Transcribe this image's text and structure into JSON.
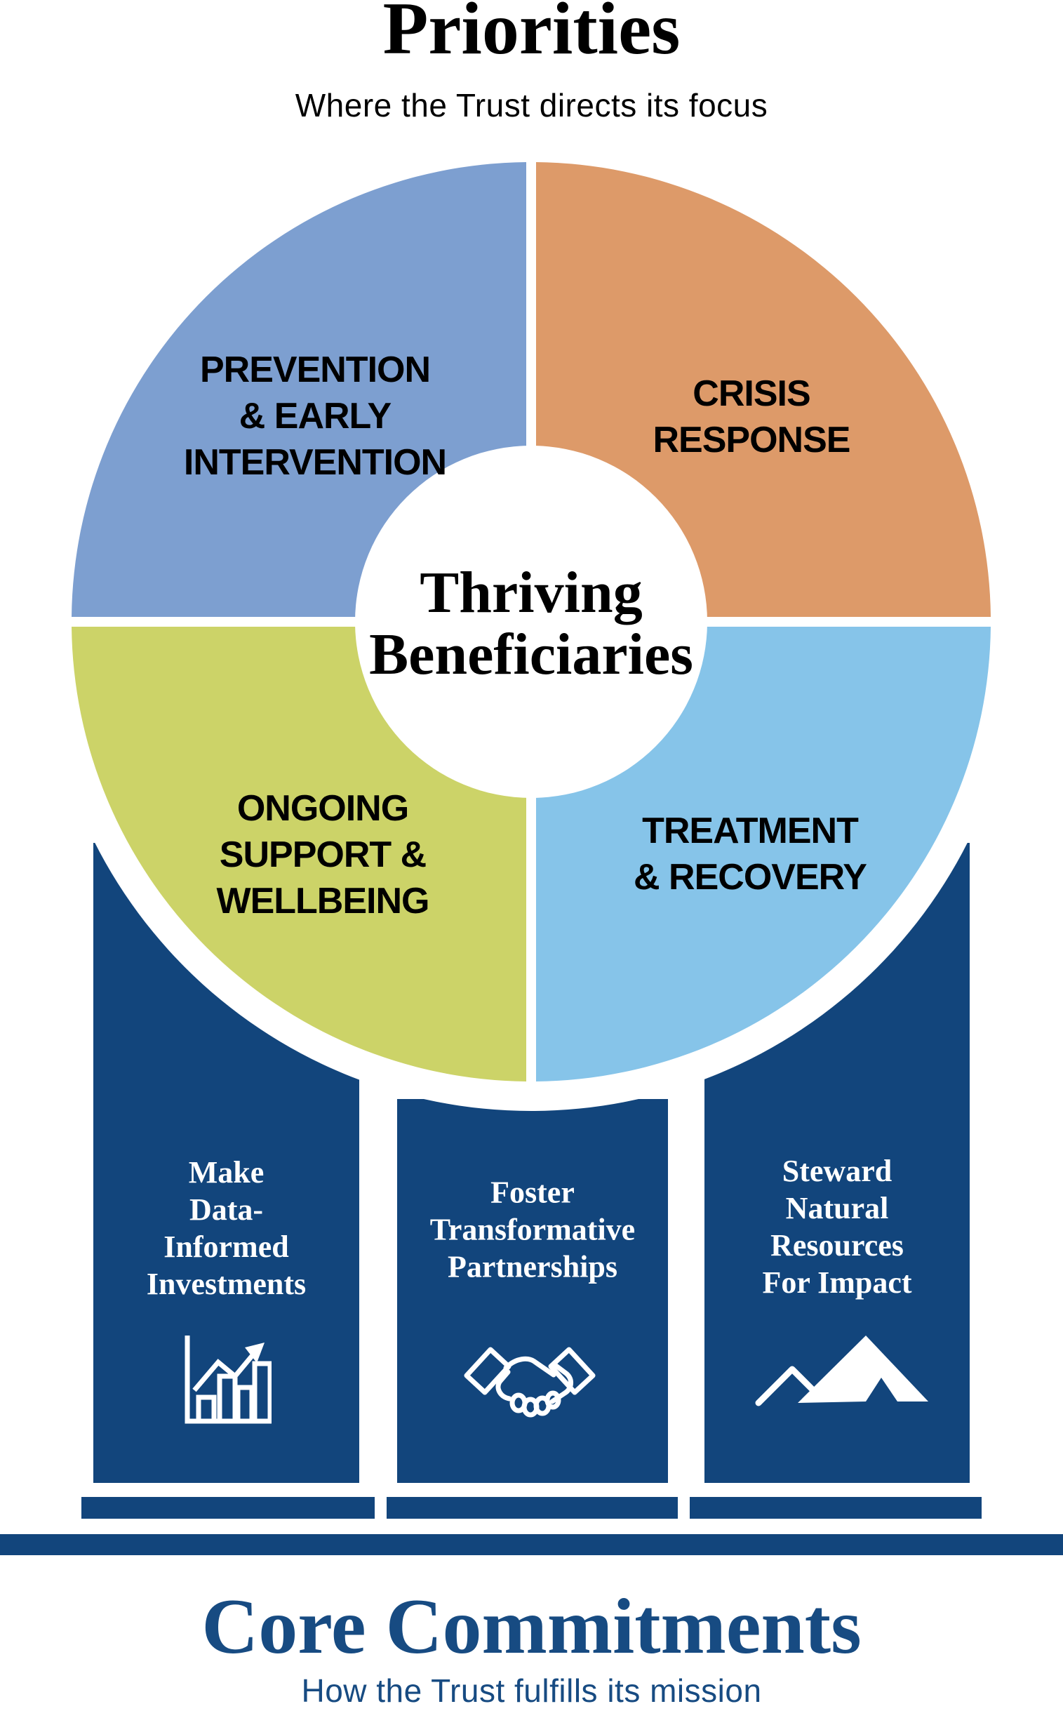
{
  "colors": {
    "quad_blue": "#7D9FD0",
    "quad_orange": "#DD9A69",
    "quad_green": "#CCD368",
    "quad_lightblue": "#86C4E9",
    "navy": "#12457C",
    "footer_navy": "#174B82",
    "text_black": "#000000",
    "white": "#FFFFFF"
  },
  "header": {
    "title": "Priorities",
    "subtitle": "Where the Trust directs its focus"
  },
  "donut": {
    "center": {
      "label": "Thriving\nBeneficiaries"
    },
    "quadrants": [
      {
        "name": "prevention-early-intervention",
        "label": "PREVENTION\n& EARLY\nINTERVENTION"
      },
      {
        "name": "crisis-response",
        "label": "CRISIS\nRESPONSE"
      },
      {
        "name": "ongoing-support-wellbeing",
        "label": "ONGOING\nSUPPORT &\nWELLBEING"
      },
      {
        "name": "treatment-recovery",
        "label": "TREATMENT\n& RECOVERY"
      }
    ]
  },
  "pillars": [
    {
      "label": "Make\nData-\nInformed\nInvestments",
      "icon": "bar-chart-growth-icon"
    },
    {
      "label": "Foster\nTransformative\nPartnerships",
      "icon": "handshake-icon"
    },
    {
      "label": "Steward\nNatural\nResources\nFor Impact",
      "icon": "mountain-icon"
    }
  ],
  "footer": {
    "title": "Core Commitments",
    "subtitle": "How the Trust fulfills its mission"
  }
}
